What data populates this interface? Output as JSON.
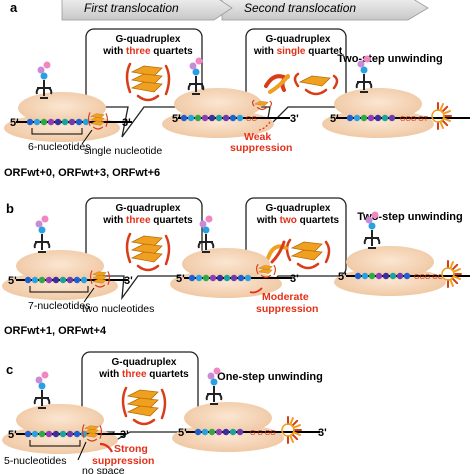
{
  "header": {
    "first": "First translocation",
    "second": "Second translocation"
  },
  "panel_a": {
    "letter": "a",
    "bubble1": {
      "line1": "G-quadruplex",
      "line2_pre": "with ",
      "line2_hl": "three",
      "line2_post": " quartets"
    },
    "bubble2": {
      "line1": "G-quadruplex",
      "line2_pre": "with ",
      "line2_hl": "single",
      "line2_post": " quartet"
    },
    "mode": "Two-step unwinding",
    "five": "5'",
    "three": "3'",
    "spacer_label": "6-nucleotides",
    "gap_label": "single nucleotide",
    "orf_label": "ORFwt+0, ORFwt+3, ORFwt+6",
    "suppression_l1": "Weak",
    "suppression_l2": "suppression",
    "strand_mid": "GG",
    "strand_right": "GGG GT"
  },
  "panel_b": {
    "letter": "b",
    "bubble1": {
      "line1": "G-quadruplex",
      "line2_pre": "with ",
      "line2_hl": "three",
      "line2_post": " quartets"
    },
    "bubble2": {
      "line1": "G-quadruplex",
      "line2_pre": "with ",
      "line2_hl": "two",
      "line2_post": " quartets"
    },
    "mode": "Two-step unwinding",
    "five": "5'",
    "three": "3'",
    "spacer_label": "7-nucleotides",
    "gap_label": "two nucleotides",
    "orf_label": "ORFwt+1, ORFwt+4",
    "suppression_l1": "Moderate",
    "suppression_l2": "suppression",
    "strand_right": "GGG GC"
  },
  "panel_c": {
    "letter": "c",
    "bubble1": {
      "line1": "G-quadruplex",
      "line2_pre": "with ",
      "line2_hl": "three",
      "line2_post": " quartets"
    },
    "mode": "One-step unwinding",
    "five": "5'",
    "three": "3'",
    "spacer_label": "5-nucleotides",
    "gap_label": "no space",
    "suppression_l1": "Strong",
    "suppression_l2": "suppression",
    "strand_right": "G G GG"
  },
  "colors": {
    "ribosome": "#f6d8bc",
    "ribosome_edge": "#e9c09a",
    "quadruplex_orange": "#f0a020",
    "quadruplex_red": "#d83c18",
    "emphasis_red": "#e53018",
    "arrow_fill": "#d8d8d8",
    "nucleotides": [
      "#1f5fd0",
      "#2aa0e0",
      "#2ea84a",
      "#8a3fb8",
      "#3a2fa0",
      "#19a39a",
      "#6a3cb0"
    ]
  }
}
